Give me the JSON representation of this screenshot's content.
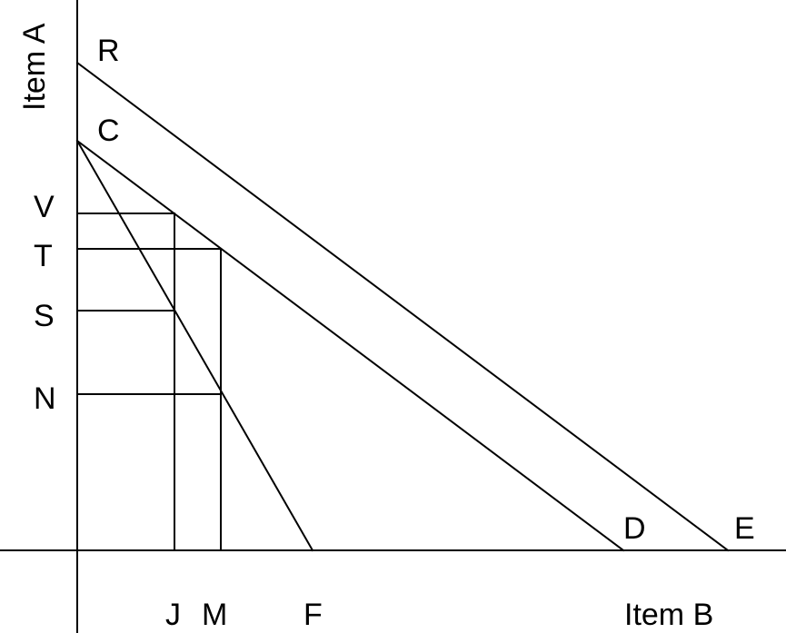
{
  "axes": {
    "vertical_title": "Item A",
    "horizontal_title": "Item B"
  },
  "points": {
    "R": "R",
    "C": "C",
    "V": "V",
    "T": "T",
    "S": "S",
    "N": "N",
    "J": "J",
    "M": "M",
    "F": "F",
    "D": "D",
    "E": "E"
  },
  "colors": {
    "line": "#000000",
    "background": "#ffffff"
  }
}
